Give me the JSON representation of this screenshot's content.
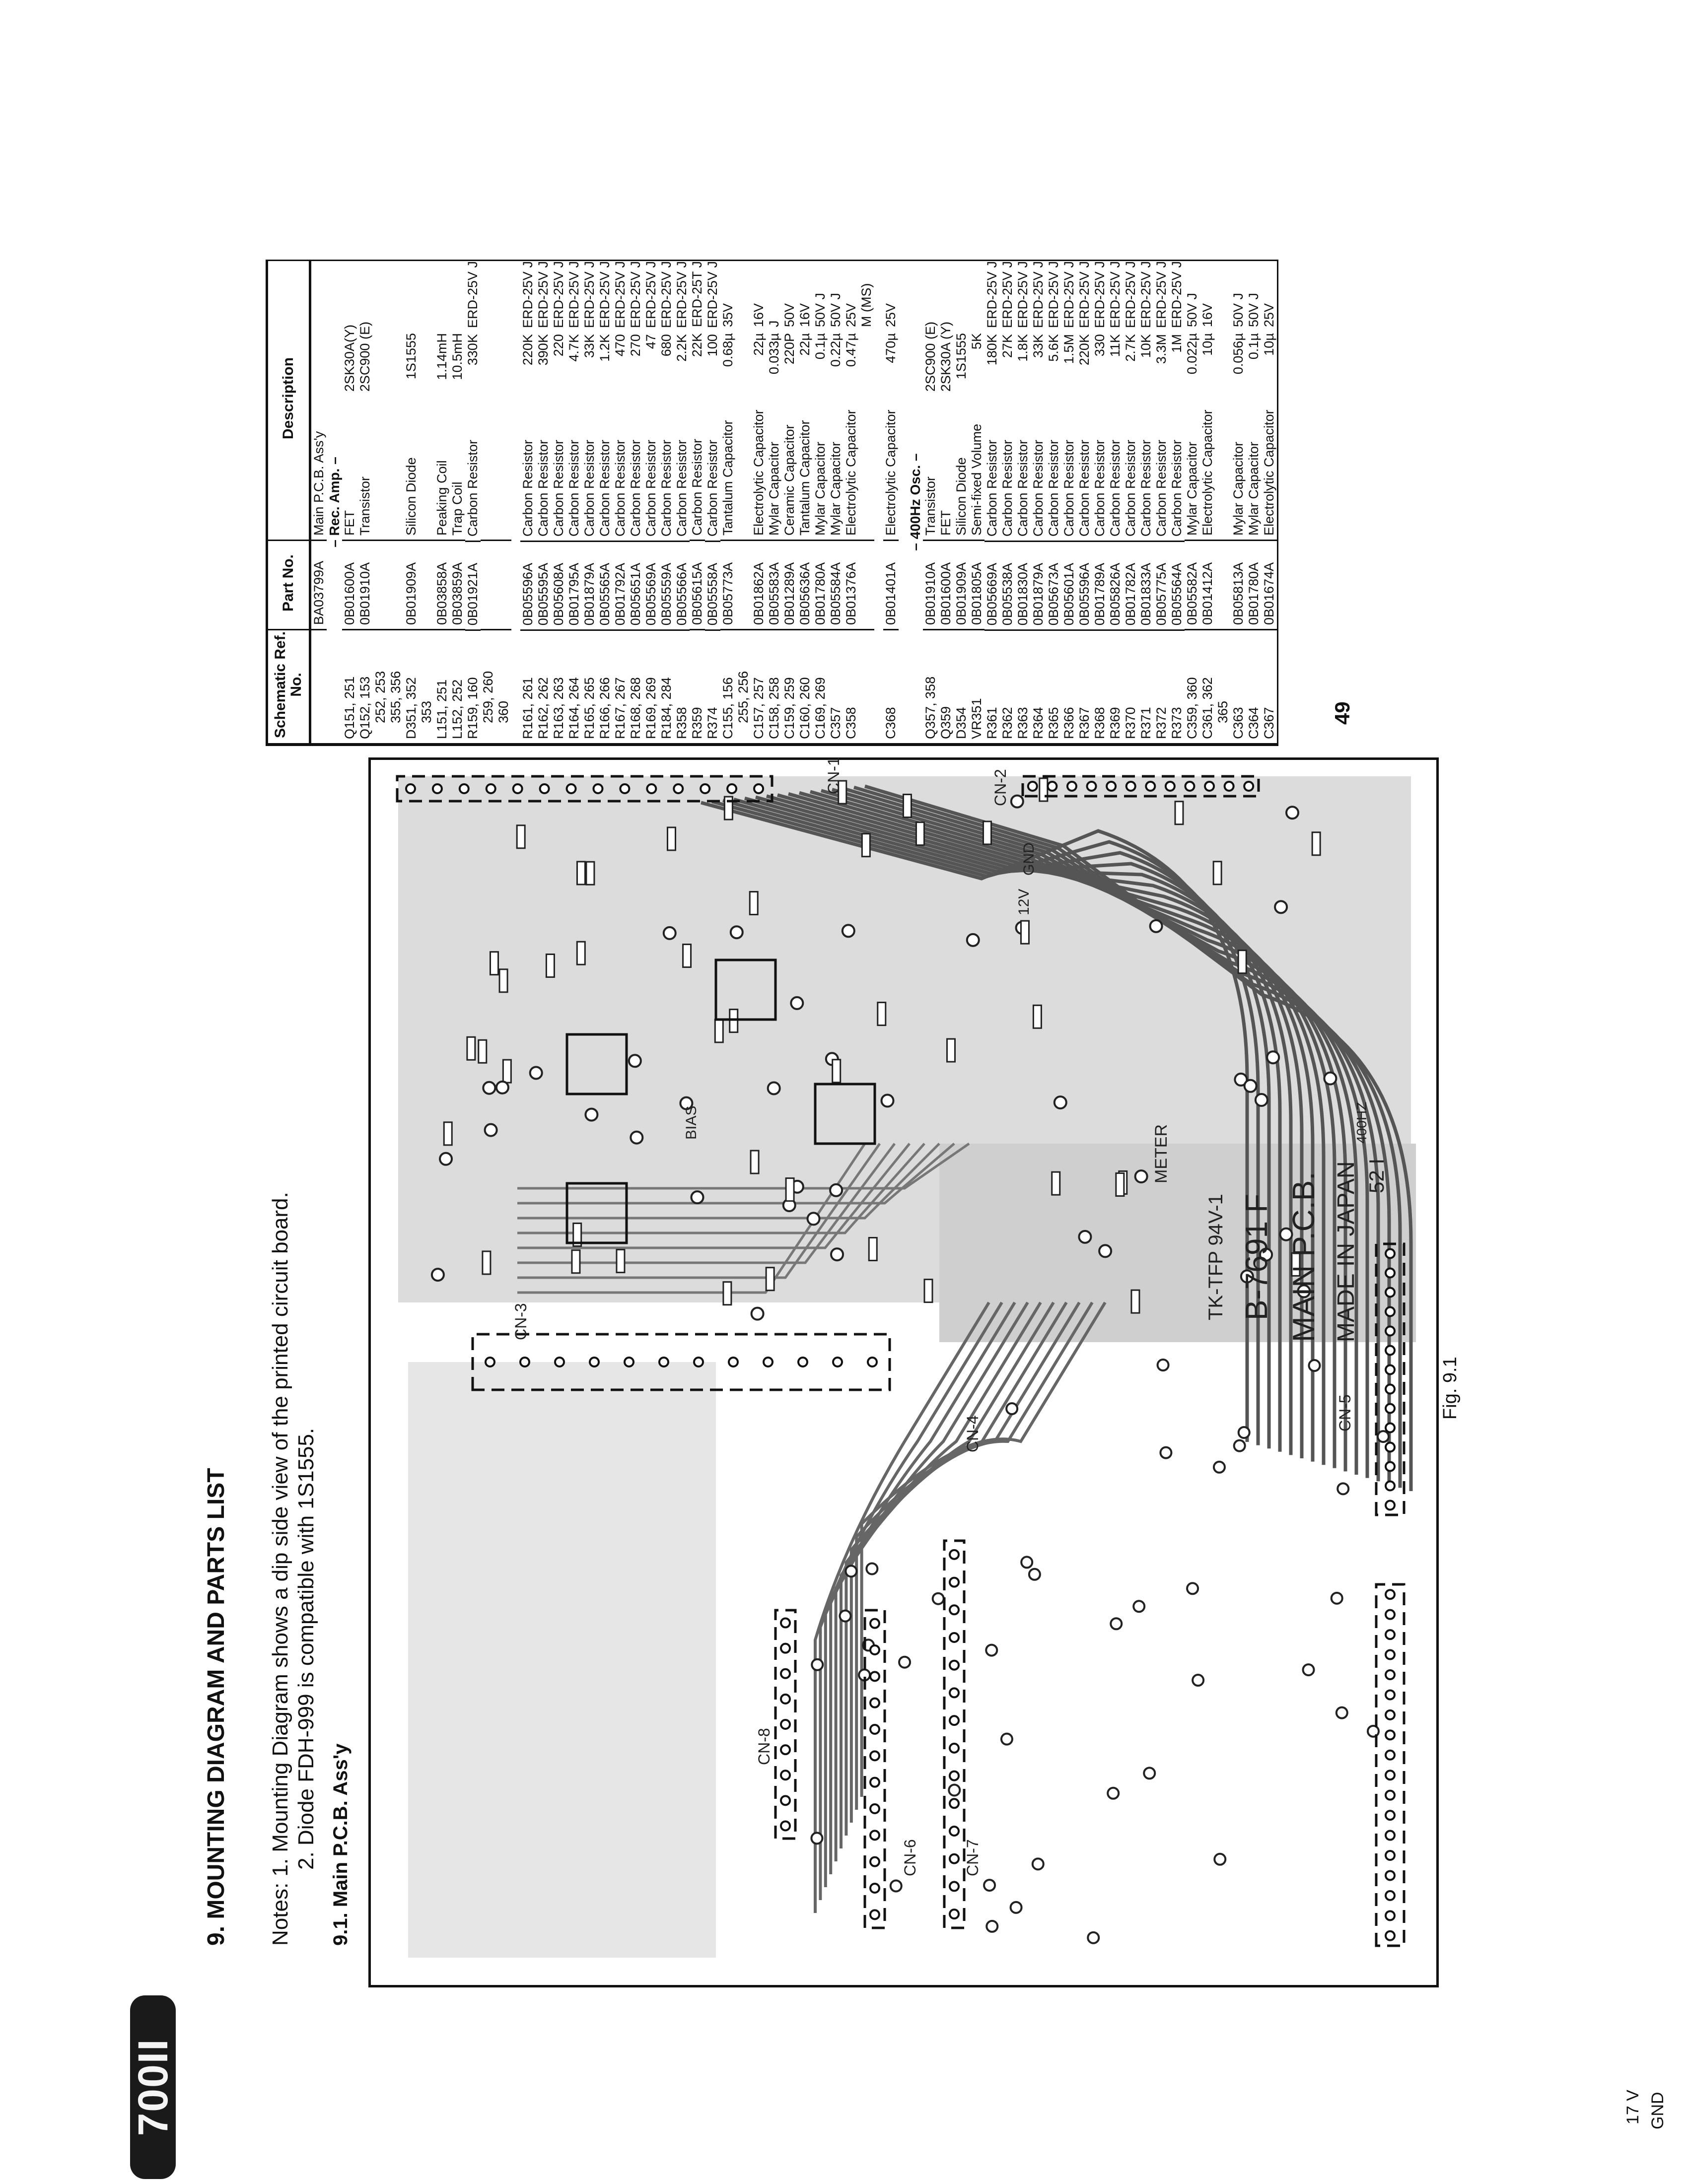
{
  "logo": "700II",
  "title": "9. MOUNTING DIAGRAM AND PARTS LIST",
  "notes": {
    "line1": "Notes: 1.  Mounting Diagram shows a dip side view of the printed circuit board.",
    "line2": "2.  Diode FDH-999 is compatible with 1S1555."
  },
  "subheading": "9.1.  Main P.C.B. Ass'y",
  "figure_caption": "Fig. 9.1",
  "page_number": "49",
  "side_labels": {
    "v17": "17 V",
    "gnd": "GND"
  },
  "pcb": {
    "tk": "TK-TFP 94V-1",
    "board_no": "B-7691 F",
    "name": "MAIN P.C.B.",
    "made": "MADE IN JAPAN",
    "lot": "52 I",
    "osc": "400HZ",
    "meter": "METER",
    "bias": "BIAS",
    "gnd": "GND",
    "v12": "12V",
    "connectors": [
      "CN-1",
      "CN-2",
      "CN-3",
      "CN-4",
      "CN-5",
      "CN-6",
      "CN-7",
      "CN-8"
    ]
  },
  "table": {
    "headers": {
      "ref": "Schematic Ref. No.",
      "part": "Part No.",
      "desc": "Description"
    },
    "rows": [
      {
        "ref": "",
        "part": "BA03799A",
        "desc": "Main P.C.B. Ass'y",
        "val": "",
        "spec": ""
      },
      {
        "section": "– Rec. Amp. –"
      },
      {
        "ref": "Q151, 251",
        "part": "0B01600A",
        "desc": "FET",
        "val": "2SK30A(Y)",
        "spec": ""
      },
      {
        "ref": "Q152, 153",
        "part": "0B01910A",
        "desc": "Transistor",
        "val": "2SC900 (E)",
        "spec": ""
      },
      {
        "ref": "252, 253",
        "indent": true
      },
      {
        "ref": "355, 356",
        "indent": true
      },
      {
        "ref": "D351, 352",
        "part": "0B01909A",
        "desc": "Silicon Diode",
        "val": "1S1555",
        "spec": ""
      },
      {
        "ref": "353",
        "indent": true
      },
      {
        "ref": "L151, 251",
        "part": "0B03858A",
        "desc": "Peaking Coil",
        "val": "1.14mH",
        "spec": ""
      },
      {
        "ref": "L152, 252",
        "part": "0B03859A",
        "desc": "Trap Coil",
        "val": "10.5mH",
        "spec": ""
      },
      {
        "ref": "R159, 160",
        "part": "0B01921A",
        "desc": "Carbon Resistor",
        "val": "330K",
        "spec": "ERD-25V J"
      },
      {
        "ref": "259, 260",
        "indent": true
      },
      {
        "ref": "360",
        "indent": true
      },
      {
        "gap": true
      },
      {
        "ref": "R161, 261",
        "part": "0B05596A",
        "desc": "Carbon Resistor",
        "val": "220K",
        "spec": "ERD-25V J"
      },
      {
        "ref": "R162, 262",
        "part": "0B05595A",
        "desc": "Carbon Resistor",
        "val": "390K",
        "spec": "ERD-25V J"
      },
      {
        "ref": "R163, 263",
        "part": "0B05608A",
        "desc": "Carbon Resistor",
        "val": "220",
        "spec": "ERD-25V J"
      },
      {
        "ref": "R164, 264",
        "part": "0B01795A",
        "desc": "Carbon Resistor",
        "val": "4.7K",
        "spec": "ERD-25V J"
      },
      {
        "ref": "R165, 265",
        "part": "0B01879A",
        "desc": "Carbon Resistor",
        "val": "33K",
        "spec": "ERD-25V J"
      },
      {
        "ref": "R166, 266",
        "part": "0B05565A",
        "desc": "Carbon Resistor",
        "val": "1.2K",
        "spec": "ERD-25V J"
      },
      {
        "ref": "R167, 267",
        "part": "0B01792A",
        "desc": "Carbon Resistor",
        "val": "470",
        "spec": "ERD-25V J"
      },
      {
        "ref": "R168, 268",
        "part": "0B05651A",
        "desc": "Carbon Resistor",
        "val": "270",
        "spec": "ERD-25V J"
      },
      {
        "ref": "R169, 269",
        "part": "0B05569A",
        "desc": "Carbon Resistor",
        "val": "47",
        "spec": "ERD-25V J"
      },
      {
        "ref": "R184, 284",
        "part": "0B05559A",
        "desc": "Carbon Resistor",
        "val": "680",
        "spec": "ERD-25V J"
      },
      {
        "ref": "R358",
        "part": "0B05566A",
        "desc": "Carbon Resistor",
        "val": "2.2K",
        "spec": "ERD-25V J"
      },
      {
        "ref": "R359",
        "part": "0B05615A",
        "desc": "Carbon Resistor",
        "val": "22K",
        "spec": "ERD-25T J"
      },
      {
        "ref": "R374",
        "part": "0B05558A",
        "desc": "Carbon Resistor",
        "val": "100",
        "spec": "ERD-25V J"
      },
      {
        "ref": "C155, 156",
        "part": "0B05773A",
        "desc": "Tantalum Capacitor",
        "val": "0.68µ",
        "spec": "35V"
      },
      {
        "ref": "255, 256",
        "indent": true
      },
      {
        "ref": "C157, 257",
        "part": "0B01862A",
        "desc": "Electrolytic Capacitor",
        "val": "22µ",
        "spec": "16V"
      },
      {
        "ref": "C158, 258",
        "part": "0B05583A",
        "desc": "Mylar Capacitor",
        "val": "0.033µ",
        "spec": "J"
      },
      {
        "ref": "C159, 259",
        "part": "0B01289A",
        "desc": "Ceramic Capacitor",
        "val": "220P",
        "spec": "50V"
      },
      {
        "ref": "C160, 260",
        "part": "0B05636A",
        "desc": "Tantalum Capacitor",
        "val": "22µ",
        "spec": "16V"
      },
      {
        "ref": "C169, 269",
        "part": "0B01780A",
        "desc": "Mylar Capacitor",
        "val": "0.1µ",
        "spec": "50V J"
      },
      {
        "ref": "C357",
        "part": "0B05584A",
        "desc": "Mylar Capacitor",
        "val": "0.22µ",
        "spec": "50V J"
      },
      {
        "ref": "C358",
        "part": "0B01376A",
        "desc": "Electrolytic Capacitor",
        "val": "0.47µ",
        "spec": "25V"
      },
      {
        "ref": "",
        "part": "",
        "desc": "",
        "val": "",
        "spec": "M (MS)"
      },
      {
        "gap": true
      },
      {
        "ref": "C368",
        "part": "0B01401A",
        "desc": "Electrolytic Capacitor",
        "val": "470µ",
        "spec": "25V"
      },
      {
        "gap": true
      },
      {
        "section": "– 400Hz Osc. –"
      },
      {
        "ref": "Q357, 358",
        "part": "0B01910A",
        "desc": "Transistor",
        "val": "2SC900 (E)",
        "spec": ""
      },
      {
        "ref": "Q359",
        "part": "0B01600A",
        "desc": "FET",
        "val": "2SK30A (Y)",
        "spec": ""
      },
      {
        "ref": "D354",
        "part": "0B01909A",
        "desc": "Silicon Diode",
        "val": "1S1555",
        "spec": ""
      },
      {
        "ref": "VR351",
        "part": "0B01805A",
        "desc": "Semi-fixed Volume",
        "val": "5K",
        "spec": ""
      },
      {
        "ref": "R361",
        "part": "0B05669A",
        "desc": "Carbon Resistor",
        "val": "180K",
        "spec": "ERD-25V J"
      },
      {
        "ref": "R362",
        "part": "0B05538A",
        "desc": "Carbon Resistor",
        "val": "27K",
        "spec": "ERD-25V J"
      },
      {
        "ref": "R363",
        "part": "0B01830A",
        "desc": "Carbon Resistor",
        "val": "1.8K",
        "spec": "ERD-25V J"
      },
      {
        "ref": "R364",
        "part": "0B01879A",
        "desc": "Carbon Resistor",
        "val": "33K",
        "spec": "ERD-25V J"
      },
      {
        "ref": "R365",
        "part": "0B05673A",
        "desc": "Carbon Resistor",
        "val": "5.6K",
        "spec": "ERD-25V J"
      },
      {
        "ref": "R366",
        "part": "0B05601A",
        "desc": "Carbon Resistor",
        "val": "1.5M",
        "spec": "ERD-25V J"
      },
      {
        "ref": "R367",
        "part": "0B05596A",
        "desc": "Carbon Resistor",
        "val": "220K",
        "spec": "ERD-25V J"
      },
      {
        "ref": "R368",
        "part": "0B01789A",
        "desc": "Carbon Resistor",
        "val": "330",
        "spec": "ERD-25V J"
      },
      {
        "ref": "R369",
        "part": "0B05826A",
        "desc": "Carbon Resistor",
        "val": "11K",
        "spec": "ERD-25V J"
      },
      {
        "ref": "R370",
        "part": "0B01782A",
        "desc": "Carbon Resistor",
        "val": "2.7K",
        "spec": "ERD-25V J"
      },
      {
        "ref": "R371",
        "part": "0B01833A",
        "desc": "Carbon Resistor",
        "val": "10K",
        "spec": "ERD-25V J"
      },
      {
        "ref": "R372",
        "part": "0B05775A",
        "desc": "Carbon Resistor",
        "val": "3.3M",
        "spec": "ERD-25V J"
      },
      {
        "ref": "R373",
        "part": "0B05564A",
        "desc": "Carbon Resistor",
        "val": "1M",
        "spec": "ERD-25V J"
      },
      {
        "ref": "C359, 360",
        "part": "0B05582A",
        "desc": "Mylar Capacitor",
        "val": "0.022µ",
        "spec": "50V J"
      },
      {
        "ref": "C361, 362",
        "part": "0B01412A",
        "desc": "Electrolytic Capacitor",
        "val": "10µ",
        "spec": "16V"
      },
      {
        "ref": "365",
        "indent": true
      },
      {
        "ref": "C363",
        "part": "0B05813A",
        "desc": "Mylar Capacitor",
        "val": "0.056µ",
        "spec": "50V J"
      },
      {
        "ref": "C364",
        "part": "0B01780A",
        "desc": "Mylar Capacitor",
        "val": "0.1µ",
        "spec": "50V J"
      },
      {
        "ref": "C367",
        "part": "0B01674A",
        "desc": "Electrolytic Capacitor",
        "val": "10µ",
        "spec": "25V"
      }
    ]
  }
}
